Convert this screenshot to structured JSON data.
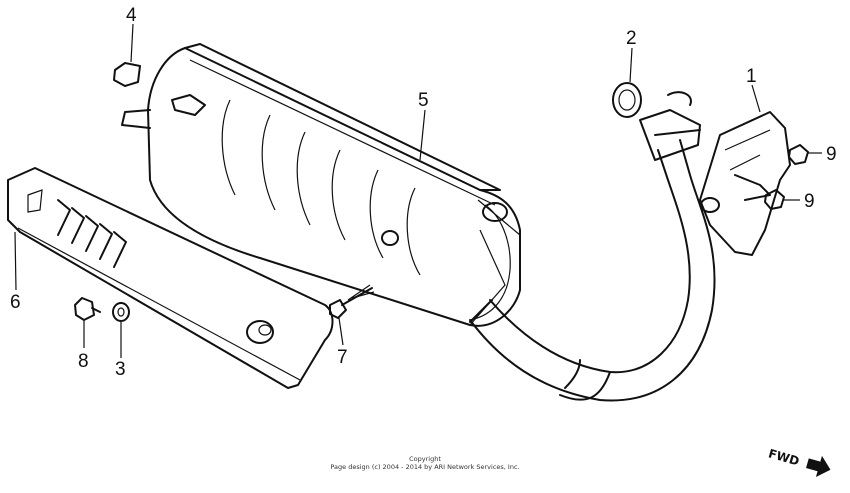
{
  "callouts": [
    {
      "id": "1",
      "text": "1"
    },
    {
      "id": "2",
      "text": "2"
    },
    {
      "id": "3",
      "text": "3"
    },
    {
      "id": "4",
      "text": "4"
    },
    {
      "id": "5",
      "text": "5"
    },
    {
      "id": "6",
      "text": "6"
    },
    {
      "id": "7",
      "text": "7"
    },
    {
      "id": "8",
      "text": "8"
    },
    {
      "id": "9a",
      "text": "9"
    },
    {
      "id": "9b",
      "text": "9"
    }
  ],
  "copyright": {
    "line1": "Copyright",
    "line2": "Page design (c) 2004 - 2014 by ARI Network Services, Inc."
  },
  "direction": {
    "text": "FWD"
  }
}
